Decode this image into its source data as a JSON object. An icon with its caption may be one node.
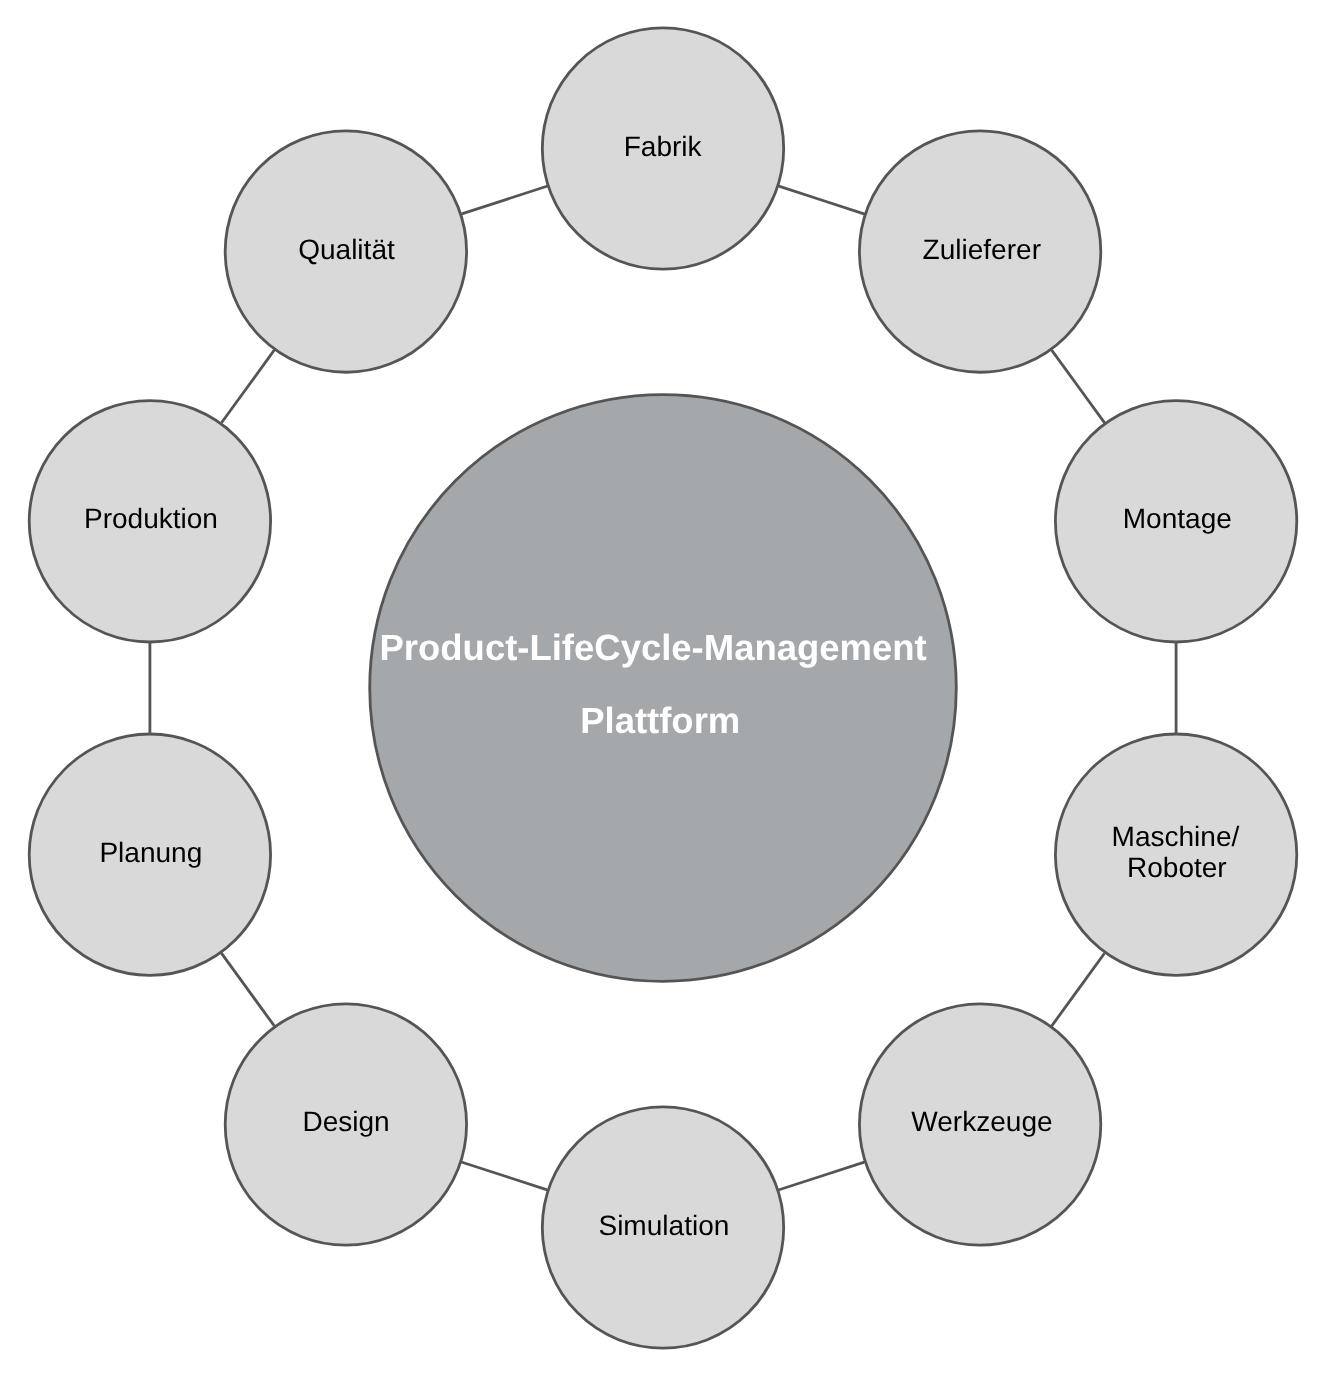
{
  "diagram": {
    "nodes": [
      {
        "text": [
          "Product-LifeCycle-Management",
          "Plattform"
        ]
      },
      {
        "text": [
          "Montage"
        ]
      },
      {
        "text": [
          "Zulieferer"
        ]
      },
      {
        "text": [
          "Fabrik"
        ]
      },
      {
        "text": [
          "Qualität"
        ]
      },
      {
        "text": [
          "Produktion"
        ]
      },
      {
        "text": [
          "Planung"
        ]
      },
      {
        "text": [
          "Design"
        ]
      },
      {
        "text": [
          "Simulation"
        ]
      },
      {
        "text": [
          "Werkzeuge"
        ]
      },
      {
        "text": [
          "Maschine/ Roboter"
        ]
      }
    ],
    "edges": [
      {
        "from": 1,
        "to": 2,
        "arrow": "none"
      },
      {
        "from": 2,
        "to": 3,
        "arrow": "none"
      },
      {
        "from": 3,
        "to": 4,
        "arrow": "none"
      },
      {
        "from": 4,
        "to": 5,
        "arrow": "none"
      },
      {
        "from": 5,
        "to": 6,
        "arrow": "none"
      },
      {
        "from": 6,
        "to": 7,
        "arrow": "none"
      },
      {
        "from": 7,
        "to": 8,
        "arrow": "none"
      },
      {
        "from": 8,
        "to": 9,
        "arrow": "none"
      },
      {
        "from": 9,
        "to": 10,
        "arrow": "none"
      },
      {
        "from": 10,
        "to": 1,
        "arrow": "none"
      }
    ]
  }
}
